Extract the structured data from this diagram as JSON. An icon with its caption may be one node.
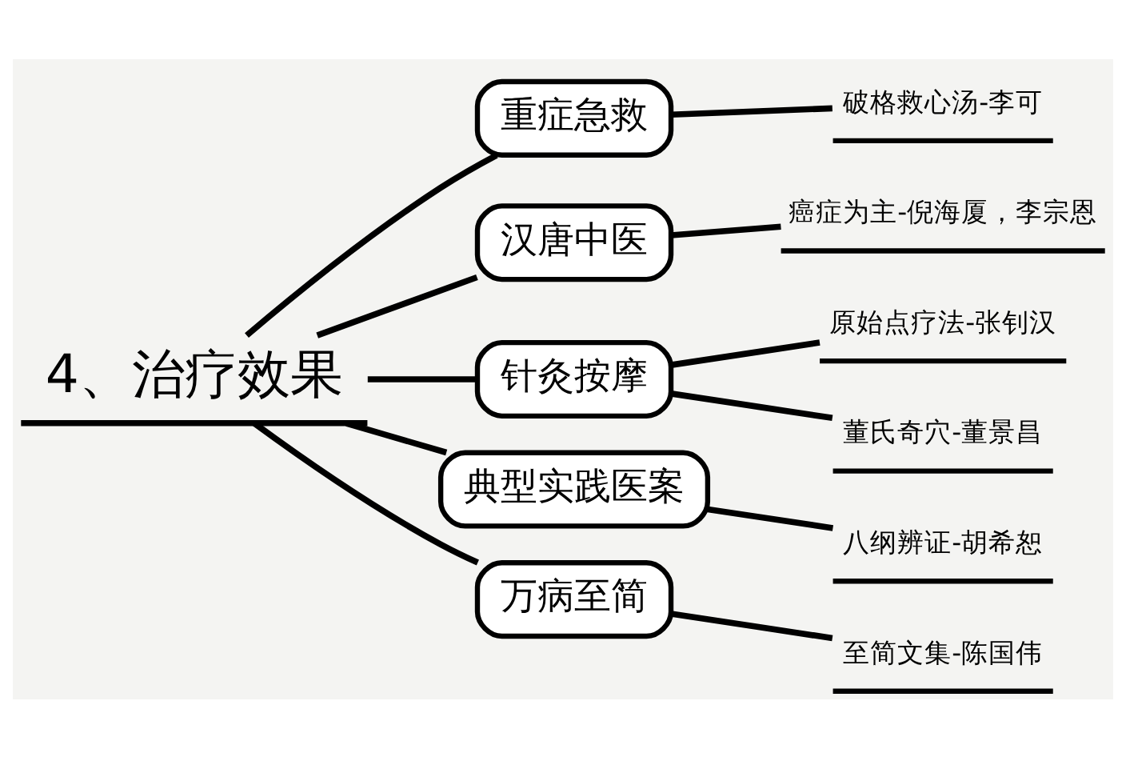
{
  "diagram": {
    "nodes": [
      {
        "text": [
          "4、治疗效果"
        ]
      },
      {
        "text": [
          "重症急救"
        ]
      },
      {
        "text": [
          "破格救心汤-李可"
        ]
      },
      {
        "text": [
          "汉唐中医"
        ]
      },
      {
        "text": [
          "癌症为主-倪海厦，李宗恩"
        ]
      },
      {
        "text": [
          "针灸按摩"
        ]
      },
      {
        "text": [
          "原始点疗法-张钊汉"
        ]
      },
      {
        "text": [
          "董氏奇穴-董景昌"
        ]
      },
      {
        "text": [
          "典型实践医案"
        ]
      },
      {
        "text": [
          "八纲辨证-胡希恕"
        ]
      },
      {
        "text": [
          "万病至简"
        ]
      },
      {
        "text": [
          "至简文集-陈国伟"
        ]
      }
    ],
    "edges": [
      {
        "from": 0,
        "to": 1,
        "arrow": "none"
      },
      {
        "from": 1,
        "to": 2,
        "arrow": "none"
      },
      {
        "from": 0,
        "to": 3,
        "arrow": "none"
      },
      {
        "from": 3,
        "to": 4,
        "arrow": "none"
      },
      {
        "from": 0,
        "to": 5,
        "arrow": "none"
      },
      {
        "from": 5,
        "to": 6,
        "arrow": "none"
      },
      {
        "from": 5,
        "to": 7,
        "arrow": "none"
      },
      {
        "from": 0,
        "to": 8,
        "arrow": "none"
      },
      {
        "from": 8,
        "to": 9,
        "arrow": "none"
      },
      {
        "from": 0,
        "to": 10,
        "arrow": "none"
      },
      {
        "from": 10,
        "to": 11,
        "arrow": "none"
      }
    ]
  }
}
